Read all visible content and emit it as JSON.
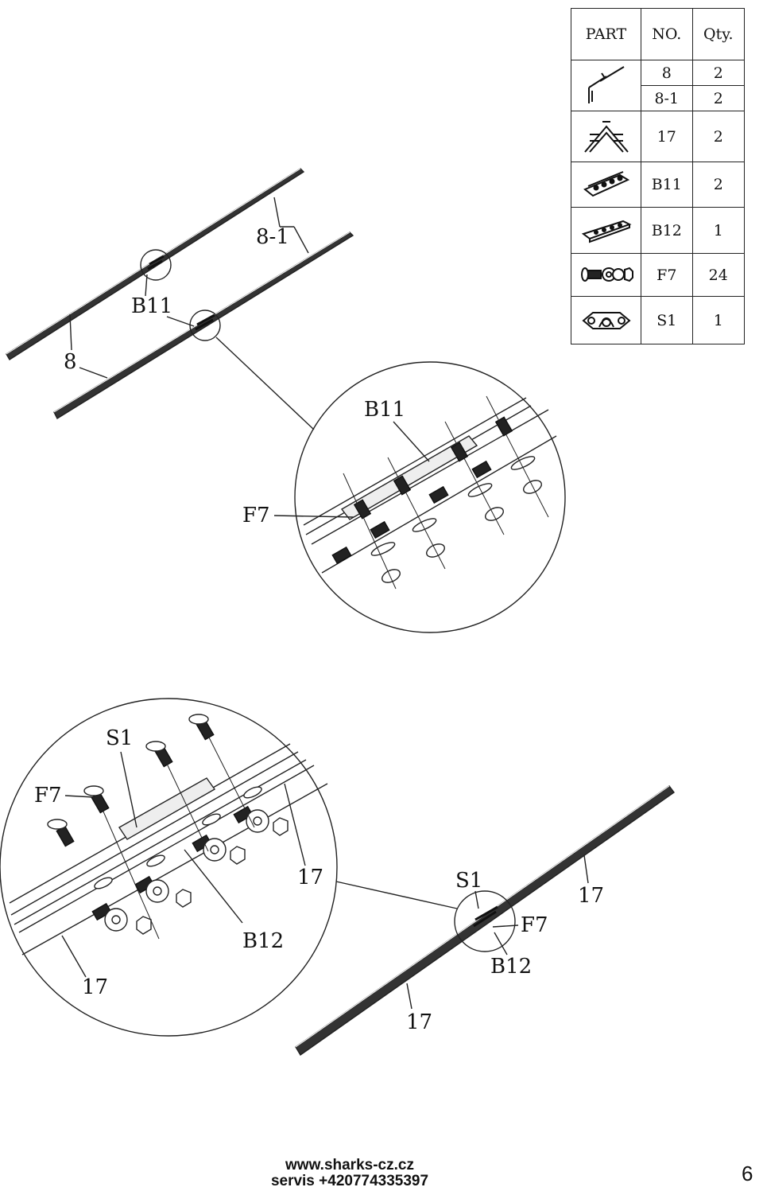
{
  "table": {
    "headers": {
      "part": "PART",
      "no": "NO.",
      "qty": "Qty."
    },
    "rows": [
      {
        "icon": "frame-bar-icon",
        "no": "8",
        "qty": "2"
      },
      {
        "icon": "frame-bar-icon",
        "no": "8-1",
        "qty": "2"
      },
      {
        "icon": "ridge-connector-icon",
        "no": "17",
        "qty": "2"
      },
      {
        "icon": "bracket-b11-icon",
        "no": "B11",
        "qty": "2"
      },
      {
        "icon": "plate-b12-icon",
        "no": "B12",
        "qty": "1"
      },
      {
        "icon": "bolt-set-icon",
        "no": "F7",
        "qty": "24"
      },
      {
        "icon": "clamp-s1-icon",
        "no": "S1",
        "qty": "1"
      }
    ]
  },
  "labels": {
    "top_b11": "B11",
    "top_8_1": "8-1",
    "top_8": "8",
    "detail1_b11": "B11",
    "detail1_f7": "F7",
    "detail2_s1": "S1",
    "detail2_f7": "F7",
    "detail2_17_right": "17",
    "detail2_b12": "B12",
    "detail2_17_bottom": "17",
    "bottom_s1": "S1",
    "bottom_17_top": "17",
    "bottom_f7": "F7",
    "bottom_b12": "B12",
    "bottom_17_bottom": "17"
  },
  "footer": {
    "website": "www.sharks-cz.cz",
    "service": "servis +420774335397",
    "page_number": "6"
  }
}
